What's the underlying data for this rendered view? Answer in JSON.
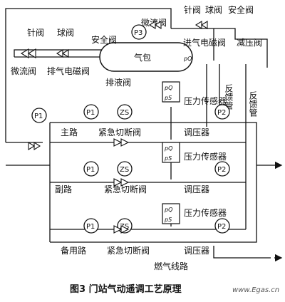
{
  "labels": {
    "needle_valve": "针阀",
    "ball_valve": "球阀",
    "safety_valve": "安全阀",
    "micro_flow_valve": "微流阀",
    "exhaust_solenoid_valve": "排气电磁阀",
    "air_drum": "气包",
    "drain_valve": "排液阀",
    "intake_solenoid_valve": "进气电磁阀",
    "pressure_reducing_valve": "减压阀",
    "feedback_pipe": "反馈管",
    "pressure_sensor": "压力传感器",
    "main_line": "主路",
    "sub_line": "副路",
    "standby_line": "备用路",
    "emergency_shutoff_valve": "紧急切断阀",
    "pressure_regulator": "调压器",
    "gas_line": "燃气线路"
  },
  "instruments": {
    "p1": "P1",
    "p2": "P2",
    "p3": "P3",
    "zs": "ZS",
    "pq": "pQ",
    "pq_small": "pQ",
    "ps": "pS"
  },
  "caption": "图3   门站气动遥调工艺原理",
  "watermark": "www.Egas.cn"
}
